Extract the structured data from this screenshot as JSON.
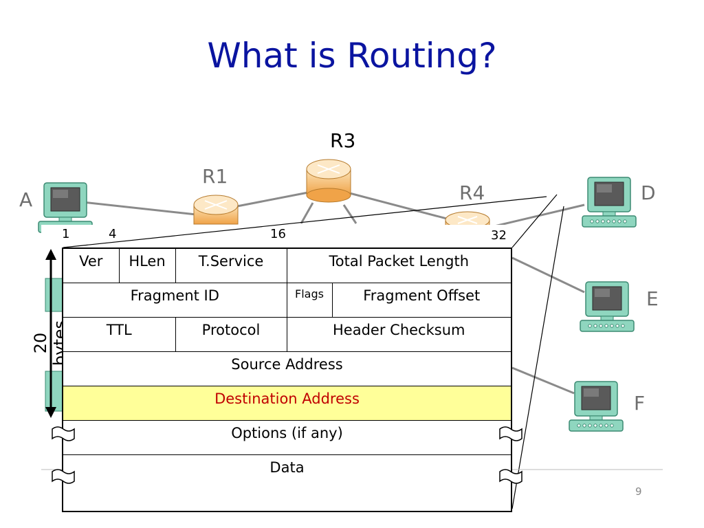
{
  "slide": {
    "title": "What is Routing?",
    "page_number": "9"
  },
  "network": {
    "hosts": [
      {
        "id": "A",
        "label": "A"
      },
      {
        "id": "D",
        "label": "D"
      },
      {
        "id": "E",
        "label": "E"
      },
      {
        "id": "F",
        "label": "F"
      }
    ],
    "routers": [
      {
        "id": "R1",
        "label": "R1"
      },
      {
        "id": "R3",
        "label": "R3"
      },
      {
        "id": "R4",
        "label": "R4"
      }
    ]
  },
  "header": {
    "bit_labels": [
      "1",
      "4",
      "16",
      "32"
    ],
    "size_label": "20 bytes",
    "rows": {
      "row1": [
        "Ver",
        "HLen",
        "T.Service",
        "Total Packet Length"
      ],
      "row2": [
        "Fragment ID",
        "Flags",
        "Fragment Offset"
      ],
      "row3": [
        "TTL",
        "Protocol",
        "Header Checksum"
      ],
      "source": "Source Address",
      "destination": "Destination Address",
      "options": "Options (if any)",
      "data": "Data"
    }
  },
  "colors": {
    "title": "#0a14a0",
    "destination_highlight": "#ffff99",
    "destination_text": "#c00000",
    "router_fill": "#f5b560",
    "host_fill": "#8fd6bf"
  }
}
